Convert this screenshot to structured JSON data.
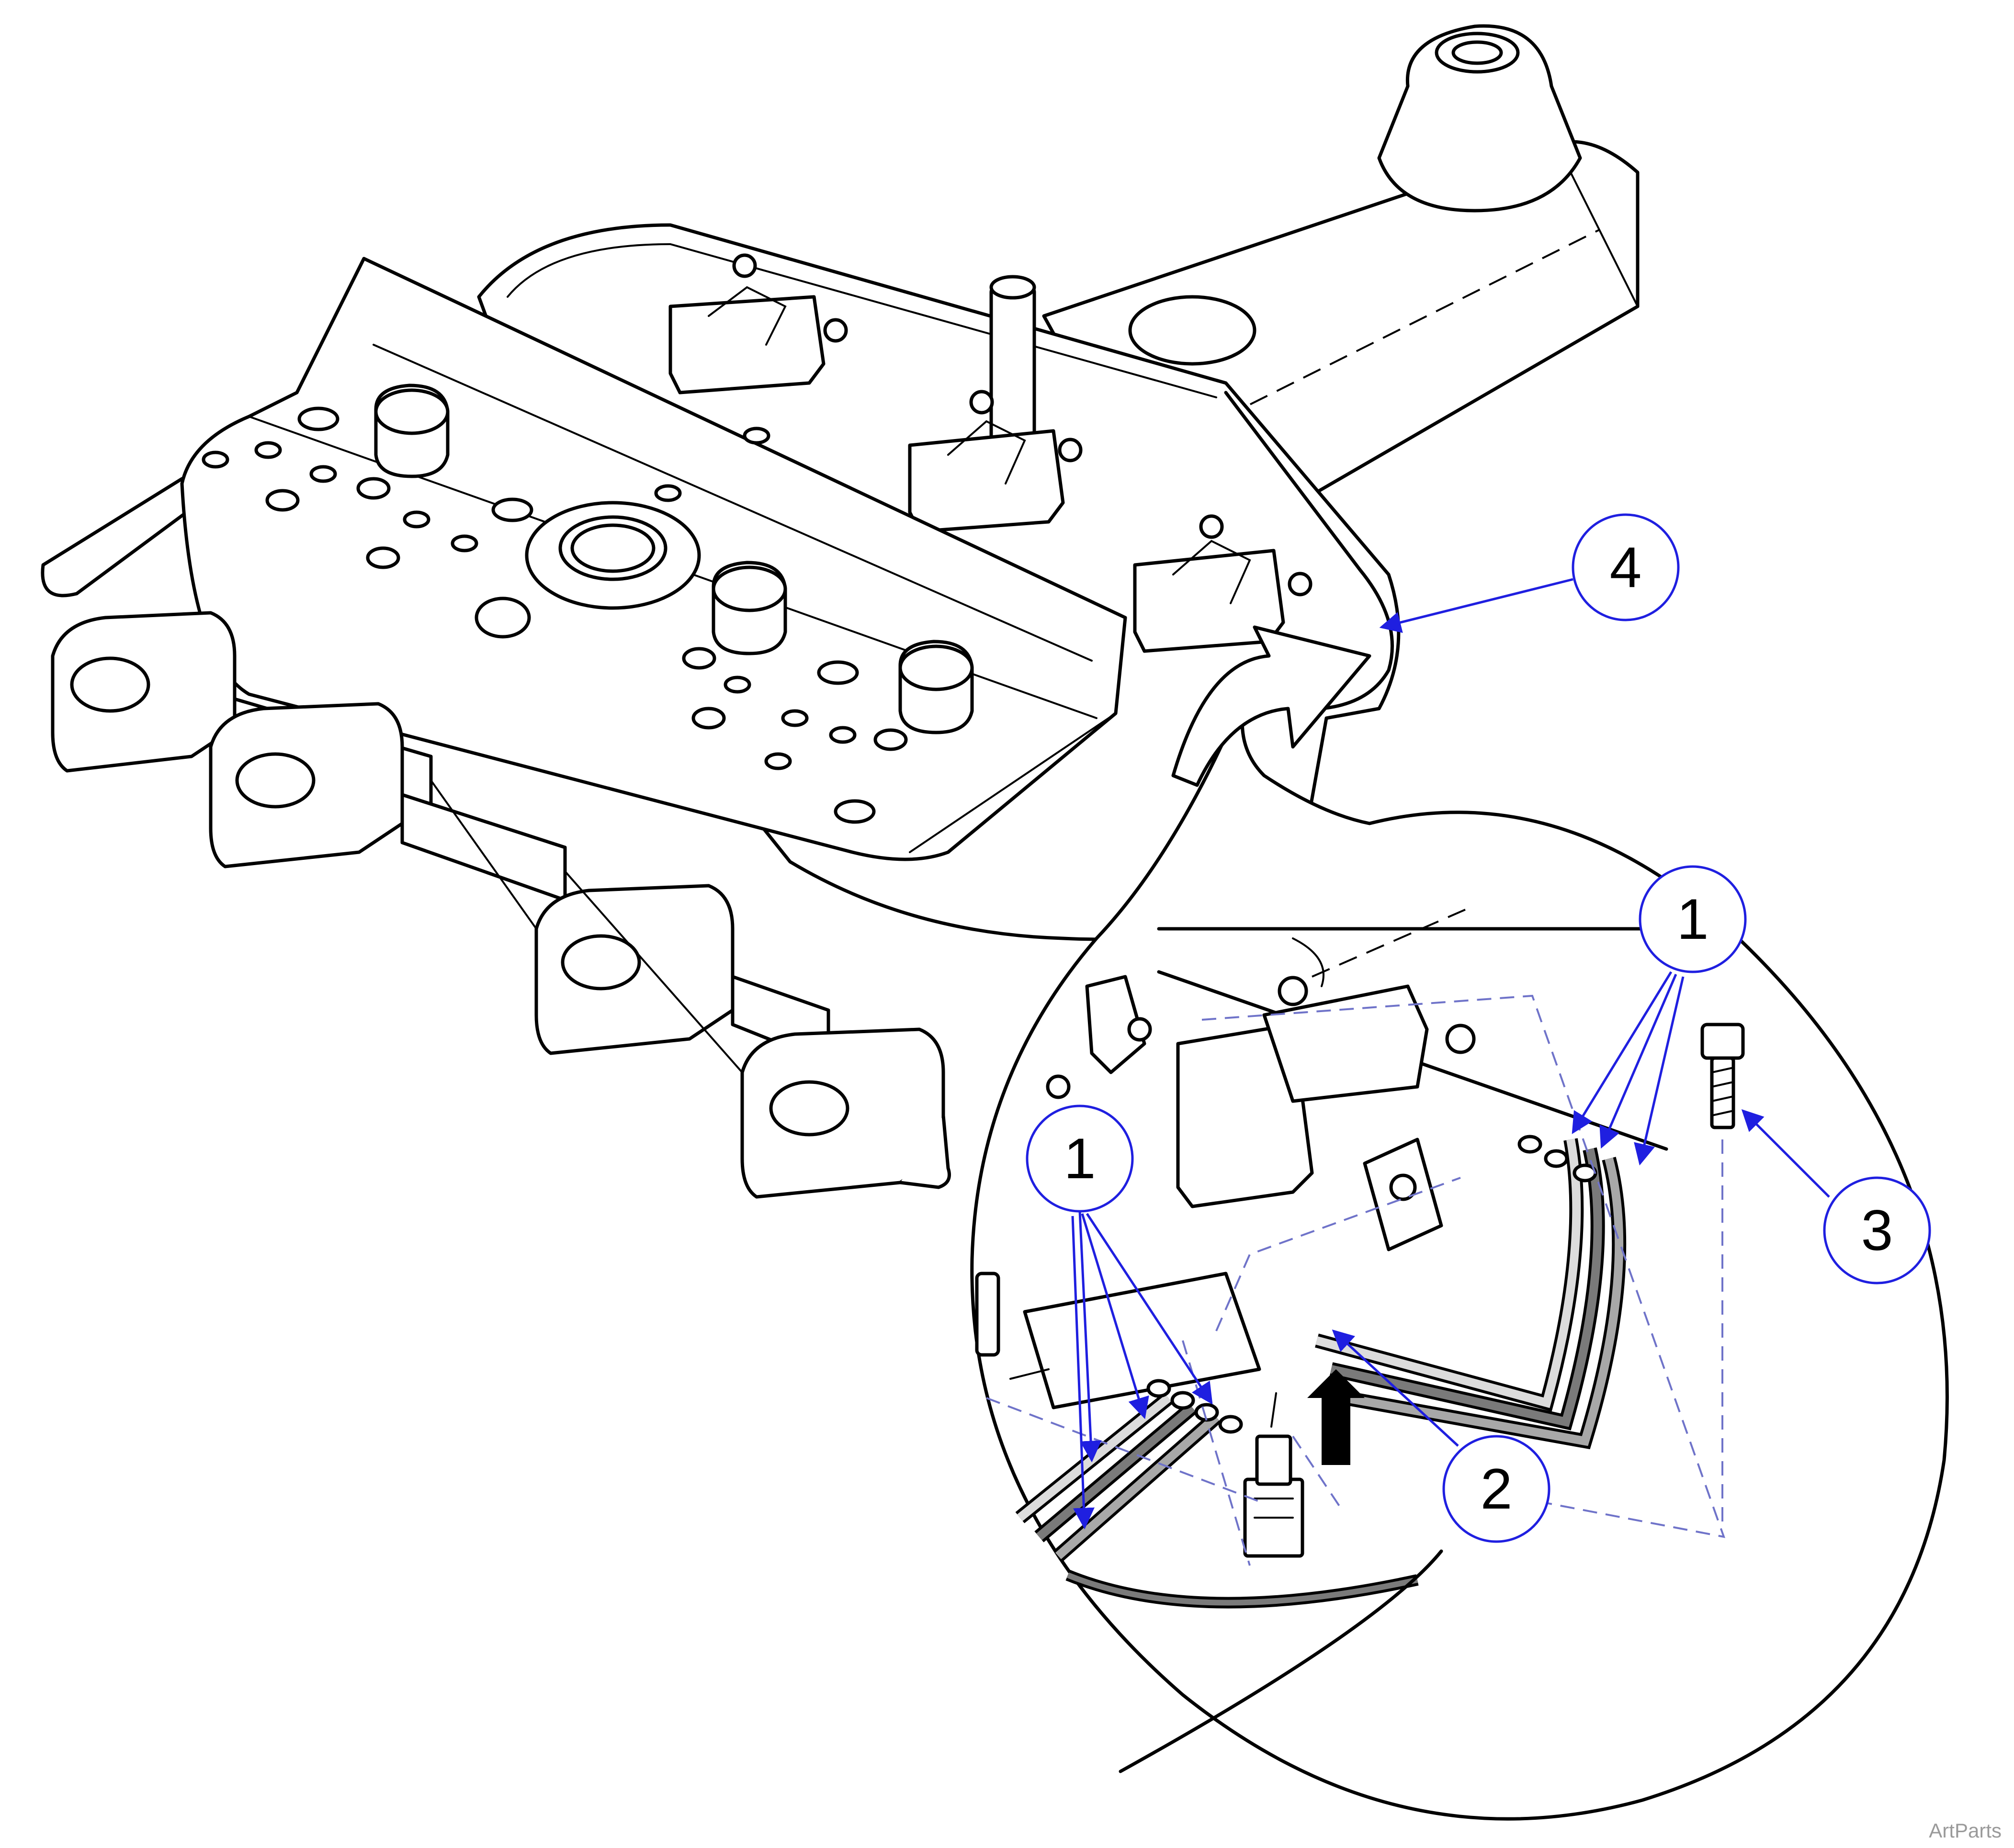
{
  "callouts": [
    {
      "id": "callout-4",
      "label": "4"
    },
    {
      "id": "callout-1-top",
      "label": "1"
    },
    {
      "id": "callout-1-left",
      "label": "1"
    },
    {
      "id": "callout-3",
      "label": "3"
    },
    {
      "id": "callout-2",
      "label": "2"
    }
  ],
  "credit": "ArtParts",
  "colors": {
    "leader": "#1f1fe0",
    "line": "#000000",
    "phantom": "#6f73c9"
  }
}
